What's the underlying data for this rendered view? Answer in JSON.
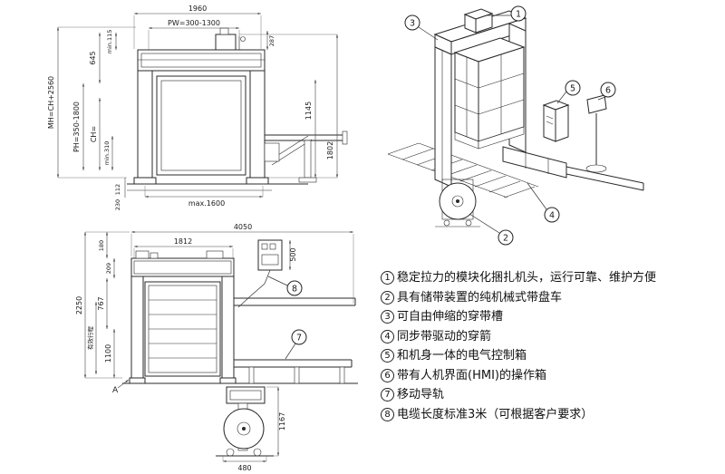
{
  "page": {
    "background": "#ffffff",
    "line_color": "#2a2a2a"
  },
  "callout_labels": [
    "1",
    "2",
    "3",
    "4",
    "5",
    "6",
    "7",
    "8"
  ],
  "front_view": {
    "dim_top_width": "1960",
    "dim_pw": "PW=300-1300",
    "dim_287": "287",
    "dim_min115": "min.115",
    "dim_645": "645",
    "dim_mh": "MH=CH+2560",
    "dim_ph": "PH=350-1800",
    "dim_ch": "CH=",
    "dim_min310": "min.310",
    "dim_1802": "1802",
    "dim_1145": "1145",
    "dim_112": "112",
    "dim_230": "230",
    "dim_max1600": "max.1600"
  },
  "side_view": {
    "dim_4050": "4050",
    "dim_1812": "1812",
    "dim_180": "180",
    "dim_209": "209",
    "dim_767": "767",
    "dim_1100": "1100",
    "dim_2250": "2250",
    "dim_stroke": "有效行程",
    "dim_500": "500",
    "dim_1167": "1167",
    "dim_480": "480",
    "detail_label": "A"
  },
  "features": {
    "items": [
      {
        "num": "1",
        "text": "稳定拉力的模块化捆扎机头，运行可靠、维护方便"
      },
      {
        "num": "2",
        "text": "具有储带装置的纯机械式带盘车"
      },
      {
        "num": "3",
        "text": "可自由伸缩的穿带槽"
      },
      {
        "num": "4",
        "text": "同步带驱动的穿箭"
      },
      {
        "num": "5",
        "text": "和机身一体的电气控制箱"
      },
      {
        "num": "6",
        "text": "带有人机界面(HMI)的操作箱"
      },
      {
        "num": "7",
        "text": "移动导轨"
      },
      {
        "num": "8",
        "text": "电缆长度标准3米（可根据客户要求）"
      }
    ]
  }
}
